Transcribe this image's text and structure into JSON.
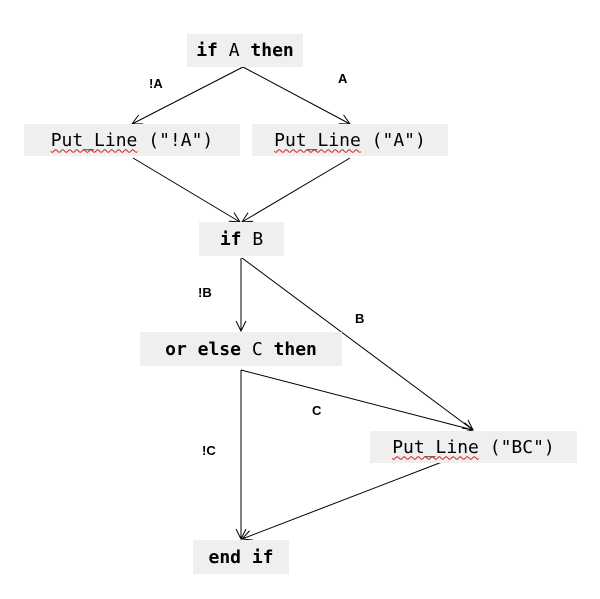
{
  "nodes": {
    "if_a": {
      "kw1": "if",
      "id": "A",
      "kw2": "then"
    },
    "put_not_a": {
      "name": "Put_Line",
      "arg": "(\"!A\")"
    },
    "put_a": {
      "name": "Put_Line",
      "arg": "(\"A\")"
    },
    "if_b": {
      "kw1": "if",
      "id": "B"
    },
    "or_else": {
      "kw1": "or else",
      "id": "C",
      "kw2": "then"
    },
    "put_bc": {
      "name": "Put_Line",
      "arg": "(\"BC\")"
    },
    "end_if": {
      "text": "end if"
    }
  },
  "edge_labels": {
    "not_a": "!A",
    "a": "A",
    "not_b": "!B",
    "b": "B",
    "c": "C",
    "not_c": "!C"
  },
  "colors": {
    "node_fill": "#efefef",
    "edge": "#000000",
    "squiggle": "#d42020"
  }
}
